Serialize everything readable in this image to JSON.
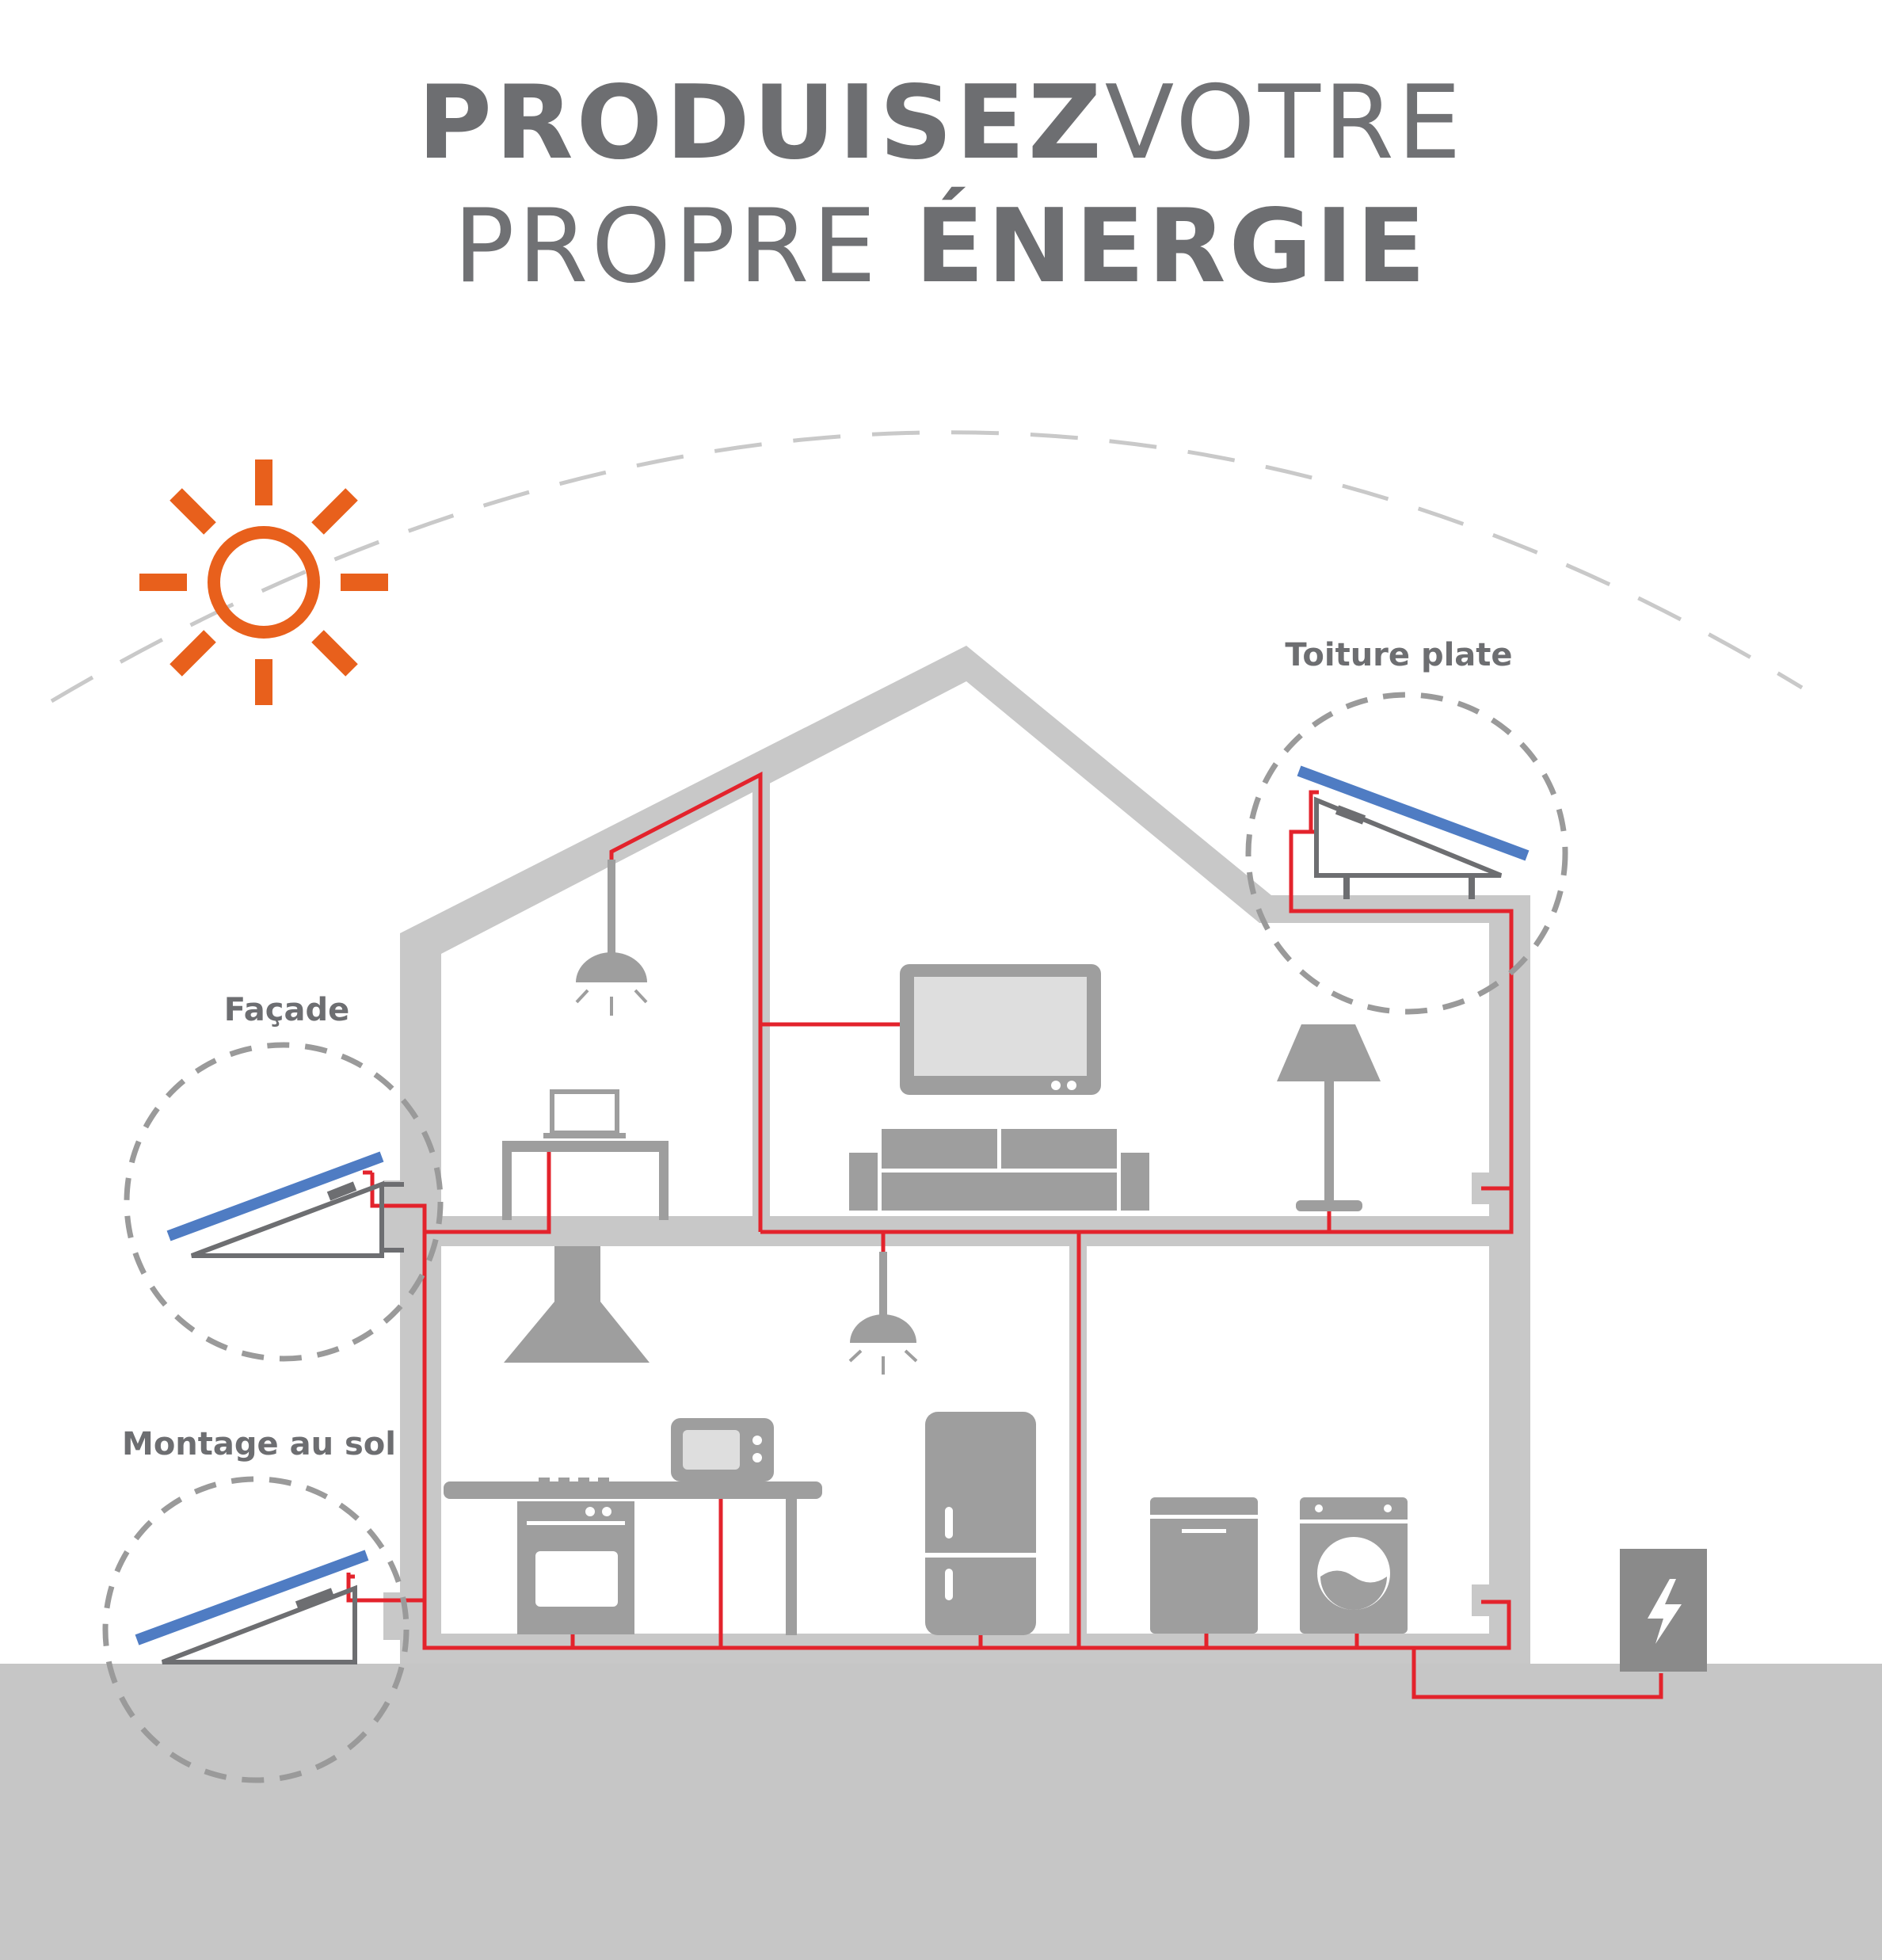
{
  "title": {
    "line1_bold": "PRODUISEZ",
    "line1_light": "VOTRE",
    "line2_light": "PROPRE",
    "line2_bold": "ÉNERGIE"
  },
  "labels": {
    "flat_roof": "Toiture plate",
    "facade": "Façade",
    "ground_mount": "Montage au sol"
  },
  "icons": {
    "sun": "sun-icon",
    "meter": "lightning-bolt-icon"
  },
  "colors": {
    "sun": "#e8601c",
    "wiring": "#e3232c",
    "panel": "#4f7cc3",
    "wall": "#c8c8c8",
    "appliance": "#9e9e9e",
    "ground": "#c6c6c6",
    "text": "#6d6e71"
  }
}
